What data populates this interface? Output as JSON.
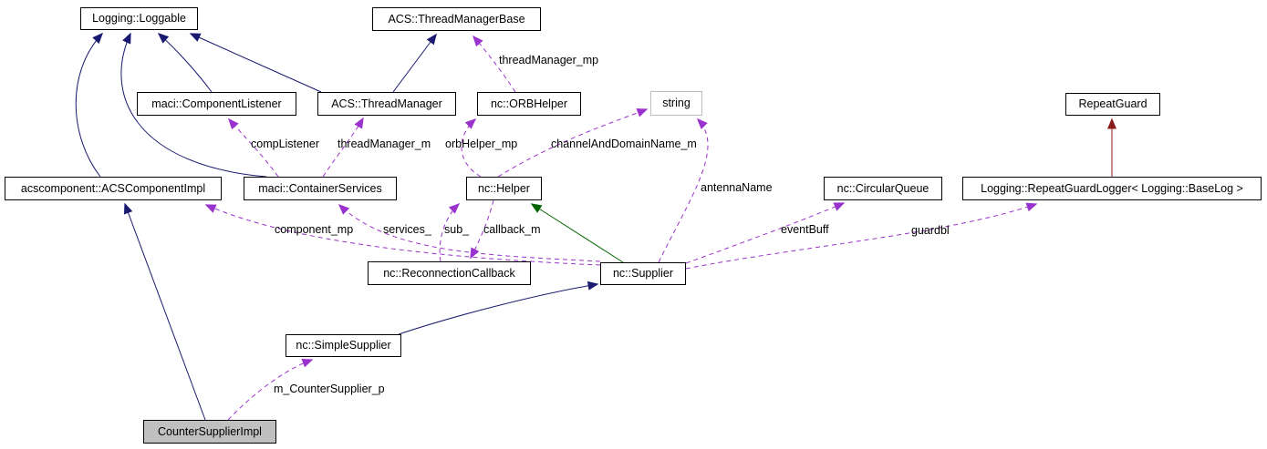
{
  "diagram": {
    "type": "doxygen-collaboration-graph",
    "current_class": "CounterSupplierImpl",
    "nodes": [
      {
        "id": "loggable",
        "label": "Logging::Loggable",
        "kind": "class"
      },
      {
        "id": "threadmanagerbase",
        "label": "ACS::ThreadManagerBase",
        "kind": "class"
      },
      {
        "id": "componentlistener",
        "label": "maci::ComponentListener",
        "kind": "class"
      },
      {
        "id": "threadmanager",
        "label": "ACS::ThreadManager",
        "kind": "class"
      },
      {
        "id": "orbhelper",
        "label": "nc::ORBHelper",
        "kind": "class"
      },
      {
        "id": "string",
        "label": "string",
        "kind": "external"
      },
      {
        "id": "repeatguard",
        "label": "RepeatGuard",
        "kind": "class"
      },
      {
        "id": "acscomponentimpl",
        "label": "acscomponent::ACSComponentImpl",
        "kind": "class"
      },
      {
        "id": "containerservices",
        "label": "maci::ContainerServices",
        "kind": "class"
      },
      {
        "id": "helper",
        "label": "nc::Helper",
        "kind": "class"
      },
      {
        "id": "circularqueue",
        "label": "nc::CircularQueue",
        "kind": "class"
      },
      {
        "id": "repeatguardlogger",
        "label": "Logging::RepeatGuardLogger< Logging::BaseLog >",
        "kind": "class"
      },
      {
        "id": "reconnectioncallback",
        "label": "nc::ReconnectionCallback",
        "kind": "class"
      },
      {
        "id": "supplier",
        "label": "nc::Supplier",
        "kind": "class"
      },
      {
        "id": "simplesupplier",
        "label": "nc::SimpleSupplier",
        "kind": "class"
      },
      {
        "id": "countersupplierimpl",
        "label": "CounterSupplierImpl",
        "kind": "current"
      }
    ],
    "edges": [
      {
        "from": "componentlistener",
        "to": "loggable",
        "kind": "public-inheritance",
        "label": ""
      },
      {
        "from": "containerservices",
        "to": "loggable",
        "kind": "public-inheritance",
        "label": ""
      },
      {
        "from": "acscomponentimpl",
        "to": "loggable",
        "kind": "public-inheritance",
        "label": ""
      },
      {
        "from": "threadmanager",
        "to": "loggable",
        "kind": "public-inheritance",
        "label": ""
      },
      {
        "from": "threadmanager",
        "to": "threadmanagerbase",
        "kind": "public-inheritance",
        "label": ""
      },
      {
        "from": "simplesupplier",
        "to": "supplier",
        "kind": "public-inheritance",
        "label": ""
      },
      {
        "from": "countersupplierimpl",
        "to": "acscomponentimpl",
        "kind": "public-inheritance",
        "label": ""
      },
      {
        "from": "supplier",
        "to": "helper",
        "kind": "protected-inheritance",
        "label": ""
      },
      {
        "from": "repeatguardlogger",
        "to": "repeatguard",
        "kind": "private-inheritance",
        "label": ""
      },
      {
        "from": "orbhelper",
        "to": "threadmanagerbase",
        "kind": "usage",
        "label": "threadManager_mp"
      },
      {
        "from": "containerservices",
        "to": "componentlistener",
        "kind": "usage",
        "label": "compListener"
      },
      {
        "from": "containerservices",
        "to": "threadmanager",
        "kind": "usage",
        "label": "threadManager_m"
      },
      {
        "from": "helper",
        "to": "orbhelper",
        "kind": "usage",
        "label": "orbHelper_mp"
      },
      {
        "from": "helper",
        "to": "string",
        "kind": "usage",
        "label": "channelAndDomainName_m"
      },
      {
        "from": "supplier",
        "to": "string",
        "kind": "usage",
        "label": "antennaName"
      },
      {
        "from": "supplier",
        "to": "acscomponentimpl",
        "kind": "usage",
        "label": "component_mp"
      },
      {
        "from": "supplier",
        "to": "containerservices",
        "kind": "usage",
        "label": "services_"
      },
      {
        "from": "reconnectioncallback",
        "to": "helper",
        "kind": "usage",
        "label": "sub_"
      },
      {
        "from": "helper",
        "to": "reconnectioncallback",
        "kind": "usage",
        "label": "callback_m"
      },
      {
        "from": "supplier",
        "to": "circularqueue",
        "kind": "usage",
        "label": "eventBuff"
      },
      {
        "from": "supplier",
        "to": "repeatguardlogger",
        "kind": "usage",
        "label": "guardbl"
      },
      {
        "from": "countersupplierimpl",
        "to": "simplesupplier",
        "kind": "usage",
        "label": "m_CounterSupplier_p"
      }
    ],
    "colors": {
      "public-inheritance": "#191970",
      "protected-inheritance": "#006400",
      "private-inheritance": "#8b1a1a",
      "usage": "#9a32cd",
      "node-border": "#000000",
      "external-border": "#bdbdbd",
      "current-fill": "#c0c0c0",
      "background": "#ffffff",
      "text": "#000000"
    }
  }
}
